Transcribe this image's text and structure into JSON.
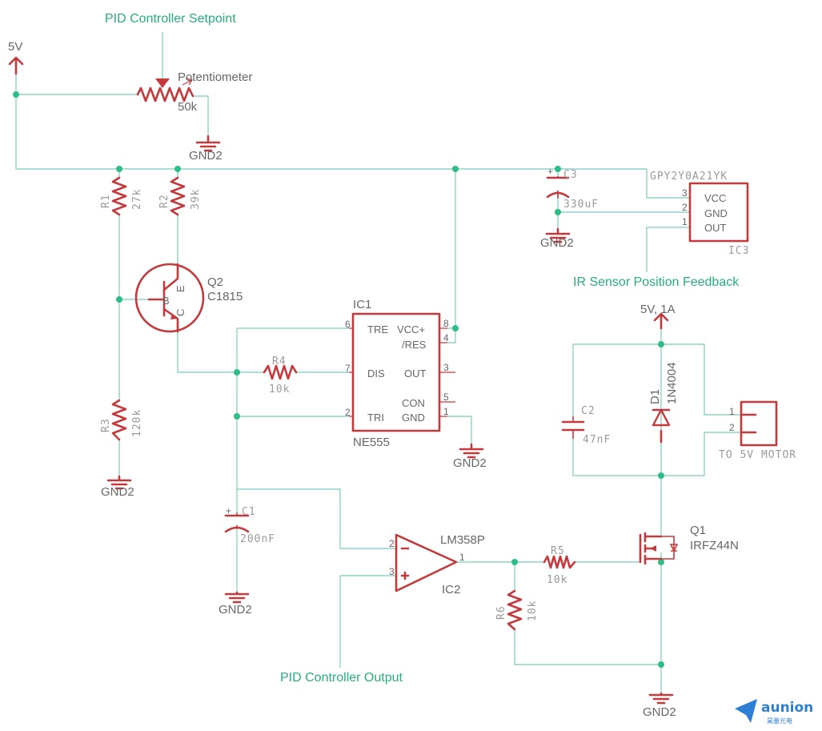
{
  "notes": {
    "setpoint": "PID Controller Setpoint",
    "ir_feedback": "IR Sensor Position Feedback",
    "pid_output": "PID Controller Output"
  },
  "supplies": {
    "vcc_left": "5V",
    "vcc_motor": "5V, 1A",
    "gnd": "GND2"
  },
  "potentiometer": {
    "name": "Potentiometer",
    "value": "50k"
  },
  "resistors": {
    "r1": {
      "name": "R1",
      "value": "27k"
    },
    "r2": {
      "name": "R2",
      "value": "39k"
    },
    "r3": {
      "name": "R3",
      "value": "120k"
    },
    "r4": {
      "name": "R4",
      "value": "10k"
    },
    "r5": {
      "name": "R5",
      "value": "10k"
    },
    "r6": {
      "name": "R6",
      "value": "10k"
    }
  },
  "capacitors": {
    "c1": {
      "name": "C1",
      "value": "200nF"
    },
    "c2": {
      "name": "C2",
      "value": "47nF"
    },
    "c3": {
      "name": "C3",
      "value": "330uF"
    }
  },
  "q2": {
    "name": "Q2",
    "part": "C1815",
    "pin_b": "B",
    "pin_c": "C",
    "pin_e": "E"
  },
  "q1": {
    "name": "Q1",
    "part": "IRFZ44N"
  },
  "d1": {
    "name": "D1",
    "part": "1N4004"
  },
  "ic1": {
    "name": "IC1",
    "part": "NE555",
    "pins": [
      {
        "num": "6",
        "label": "TRE"
      },
      {
        "num": "7",
        "label": "DIS"
      },
      {
        "num": "2",
        "label": "TRI"
      },
      {
        "num": "8",
        "label": "VCC+"
      },
      {
        "num": "4",
        "label": "/RES"
      },
      {
        "num": "3",
        "label": "OUT"
      },
      {
        "num": "5",
        "label": "CON"
      },
      {
        "num": "1",
        "label": "GND"
      }
    ]
  },
  "ic2": {
    "name": "IC2",
    "part": "LM358P",
    "pin_in_neg": "2",
    "pin_in_pos": "3",
    "pin_out": "1"
  },
  "ic3": {
    "name": "IC3",
    "part": "GPY2Y0A21YK",
    "pins": [
      {
        "num": "3",
        "label": "VCC"
      },
      {
        "num": "2",
        "label": "GND"
      },
      {
        "num": "1",
        "label": "OUT"
      }
    ]
  },
  "motor_connector": {
    "label": "TO 5V MOTOR",
    "pin1": "1",
    "pin2": "2"
  },
  "watermark": {
    "brand": "aunion",
    "sub": "昊量光电"
  }
}
